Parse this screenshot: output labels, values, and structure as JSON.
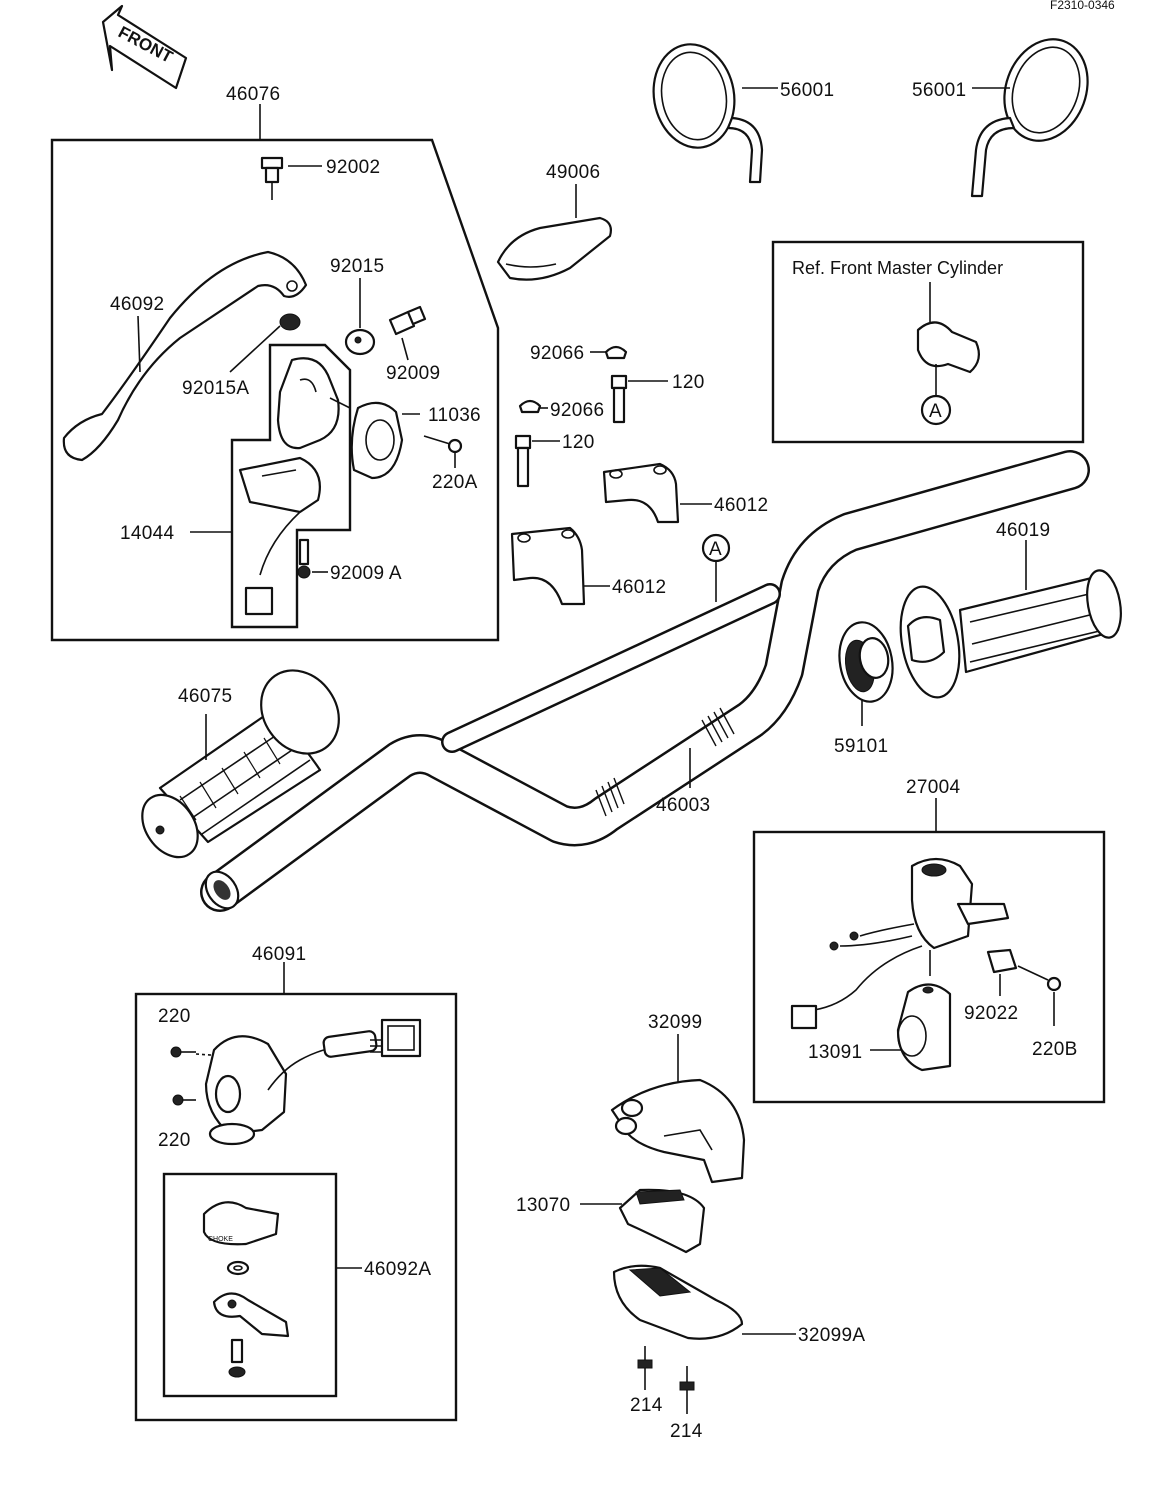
{
  "diagram": {
    "corner_code": "F2310-0346",
    "front_label": "FRONT",
    "ref_text": "Ref. Front Master Cylinder",
    "ref_mark": "A",
    "bar_mark": "A",
    "choke_text": "CHOKE",
    "labels": {
      "p46076": "46076",
      "p92002": "92002",
      "p46092": "46092",
      "p92015": "92015",
      "p92009": "92009",
      "p92015A": "92015A",
      "p11036": "11036",
      "p220A": "220A",
      "p14044": "14044",
      "p92009A": "92009 A",
      "p49006": "49006",
      "p56001a": "56001",
      "p56001b": "56001",
      "p92066a": "92066",
      "p120a": "120",
      "p92066b": "92066",
      "p120b": "120",
      "p46012a": "46012",
      "p46012b": "46012",
      "p46019": "46019",
      "p46075": "46075",
      "p59101": "59101",
      "p46003": "46003",
      "p27004": "27004",
      "p92022": "92022",
      "p220B": "220B",
      "p13091": "13091",
      "p46091": "46091",
      "p220a": "220",
      "p220b": "220",
      "p46092A": "46092A",
      "p32099": "32099",
      "p13070": "13070",
      "p32099A": "32099A",
      "p214a": "214",
      "p214b": "214"
    }
  }
}
